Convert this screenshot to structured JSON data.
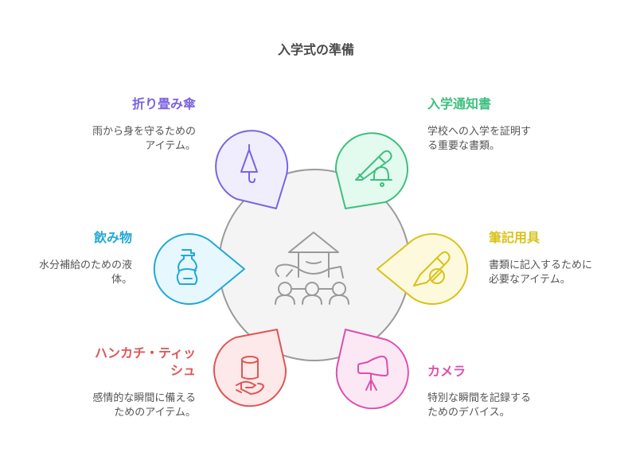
{
  "title": "入学式の準備",
  "center": {
    "icon": "graduation-ceremony-icon",
    "fill": "#f4f4f4",
    "stroke": "#9a9a9a"
  },
  "items": [
    {
      "id": "umbrella",
      "label": "折り畳み傘",
      "description": "雨から身を守るための\nアイテム。",
      "line1": "雨から身を守るための",
      "line2": "アイテム。",
      "icon": "umbrella-icon",
      "color": "#7a64e0",
      "fill": "#f0edfd"
    },
    {
      "id": "notice",
      "label": "入学通知書",
      "description": "学校への入学を証明する重要な書類。",
      "line1": "学校への入学を証明す",
      "line2": "る重要な書類。",
      "icon": "pencil-bell-icon",
      "color": "#3dbf7f",
      "fill": "#e3faee"
    },
    {
      "id": "drink",
      "label": "飲み物",
      "description": "水分補給のための液体。",
      "line1": "水分補給のための液",
      "line2": "体。",
      "icon": "bottle-icon",
      "color": "#22a8d6",
      "fill": "#e6f7fd"
    },
    {
      "id": "stationery",
      "label": "筆記用具",
      "description": "書類に記入するために必要なアイテム。",
      "line1": "書類に記入するために",
      "line2": "必要なアイテム。",
      "icon": "pencil-eraser-icon",
      "color": "#d9c21a",
      "fill": "#fdf9dc"
    },
    {
      "id": "tissue",
      "label_line1": "ハンカチ・ティッ",
      "label_line2": "シュ",
      "label": "ハンカチ・ティッシュ",
      "description": "感情的な瞬間に備えるためのアイテム。",
      "line1": "感情的な瞬間に備える",
      "line2": "ためのアイテム。",
      "icon": "hand-holding-cylinder-icon",
      "color": "#e05555",
      "fill": "#fde9e9"
    },
    {
      "id": "camera",
      "label": "カメラ",
      "description": "特別な瞬間を記録するためのデバイス。",
      "line1": "特別な瞬間を記録する",
      "line2": "ためのデバイス。",
      "icon": "camera-tripod-icon",
      "color": "#db4fae",
      "fill": "#fce8f5"
    }
  ]
}
